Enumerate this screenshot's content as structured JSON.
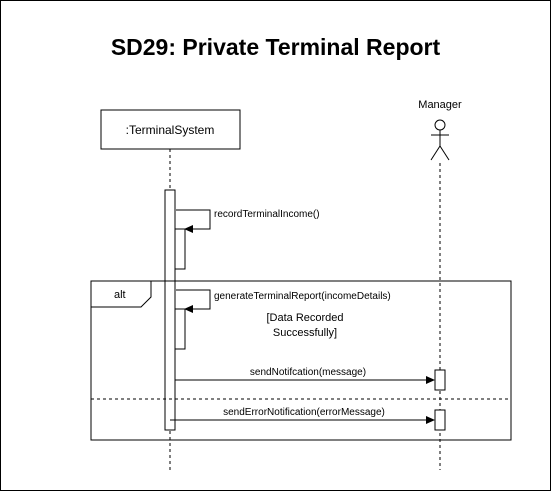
{
  "diagram": {
    "title": "SD29: Private Terminal Report",
    "lifelines": [
      {
        "label": ":TerminalSystem",
        "kind": "object"
      },
      {
        "label": "Manager",
        "kind": "actor"
      }
    ],
    "messages": [
      {
        "label": "recordTerminalIncome()",
        "kind": "self"
      },
      {
        "label": "generateTerminalReport(incomeDetails)",
        "kind": "self"
      },
      {
        "label": "sendNotifcation(message)",
        "kind": "call"
      },
      {
        "label": "sendErrorNotification(errorMessage)",
        "kind": "call"
      }
    ],
    "fragment": {
      "operator": "alt",
      "guard_line1": "[Data Recorded",
      "guard_line2": "Successfully]"
    }
  }
}
